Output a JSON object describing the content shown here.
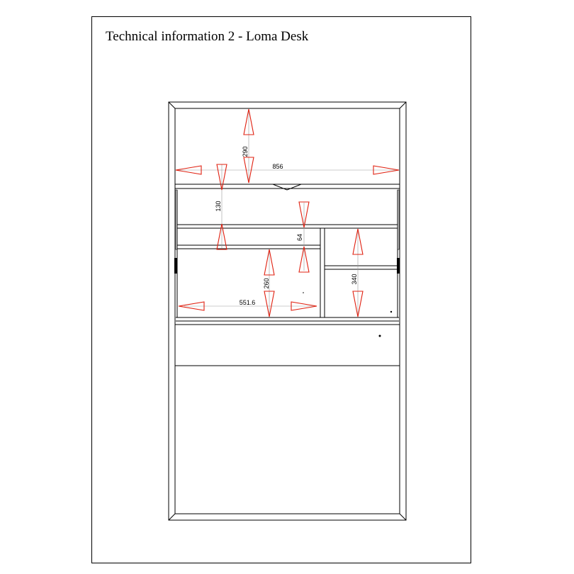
{
  "title": "Technical information 2 - Loma Desk",
  "colors": {
    "line": "#000000",
    "arrow": "#e02010",
    "dimension_line": "#999999"
  },
  "dimensions": {
    "top_height": "290",
    "overall_width": "856",
    "upper_shelf_height": "130",
    "cubby_height": "64",
    "left_compartment_height": "260",
    "left_compartment_width": "551.6",
    "right_compartment_height": "340"
  }
}
